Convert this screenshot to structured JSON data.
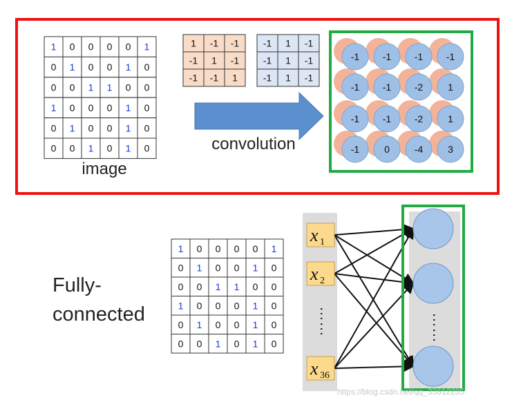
{
  "convolution": {
    "image_label": "image",
    "operation_label": "convolution",
    "image_matrix": [
      [
        1,
        0,
        0,
        0,
        0,
        1
      ],
      [
        0,
        1,
        0,
        0,
        1,
        0
      ],
      [
        0,
        0,
        1,
        1,
        0,
        0
      ],
      [
        1,
        0,
        0,
        0,
        1,
        0
      ],
      [
        0,
        1,
        0,
        0,
        1,
        0
      ],
      [
        0,
        0,
        1,
        0,
        1,
        0
      ]
    ],
    "filter1": [
      [
        "1",
        "-1",
        "-1"
      ],
      [
        "-1",
        "1",
        "-1"
      ],
      [
        "-1",
        "-1",
        "1"
      ]
    ],
    "filter2": [
      [
        "-1",
        "1",
        "-1"
      ],
      [
        "-1",
        "1",
        "-1"
      ],
      [
        "-1",
        "1",
        "-1"
      ]
    ],
    "feature_map": [
      [
        "-1",
        "-1",
        "-1",
        "-1"
      ],
      [
        "-1",
        "-1",
        "-2",
        "1"
      ],
      [
        "-1",
        "-1",
        "-2",
        "1"
      ],
      [
        "-1",
        "0",
        "-4",
        "3"
      ]
    ],
    "colors": {
      "outer_box": "#ee1111",
      "feature_box": "#22aa44",
      "filter1_fill": "#f8dcc8",
      "filter2_fill": "#dde6f4",
      "arrow": "#5b8fcd",
      "circle_front": "#9fc0e6",
      "circle_back": "#f2b39a",
      "highlight_one": "#1a3ad6"
    }
  },
  "fully_connected": {
    "label_line1": "Fully-",
    "label_line2": "connected",
    "image_matrix": [
      [
        1,
        0,
        0,
        0,
        0,
        1
      ],
      [
        0,
        1,
        0,
        0,
        1,
        0
      ],
      [
        0,
        0,
        1,
        1,
        0,
        0
      ],
      [
        1,
        0,
        0,
        0,
        1,
        0
      ],
      [
        0,
        1,
        0,
        0,
        1,
        0
      ],
      [
        0,
        0,
        1,
        0,
        1,
        0
      ]
    ],
    "inputs": [
      {
        "var": "x",
        "sub": "1"
      },
      {
        "var": "x",
        "sub": "2"
      },
      {
        "var": "x",
        "sub": "36"
      }
    ],
    "input_dots": "……",
    "output_dots": "……",
    "colors": {
      "input_fill": "#fcd98c",
      "column_fill": "#dcdcdc",
      "neuron_fill": "#a8c6ea",
      "output_box": "#22aa44"
    }
  },
  "watermark": "https://blog.csdn.net/qq_33612205"
}
